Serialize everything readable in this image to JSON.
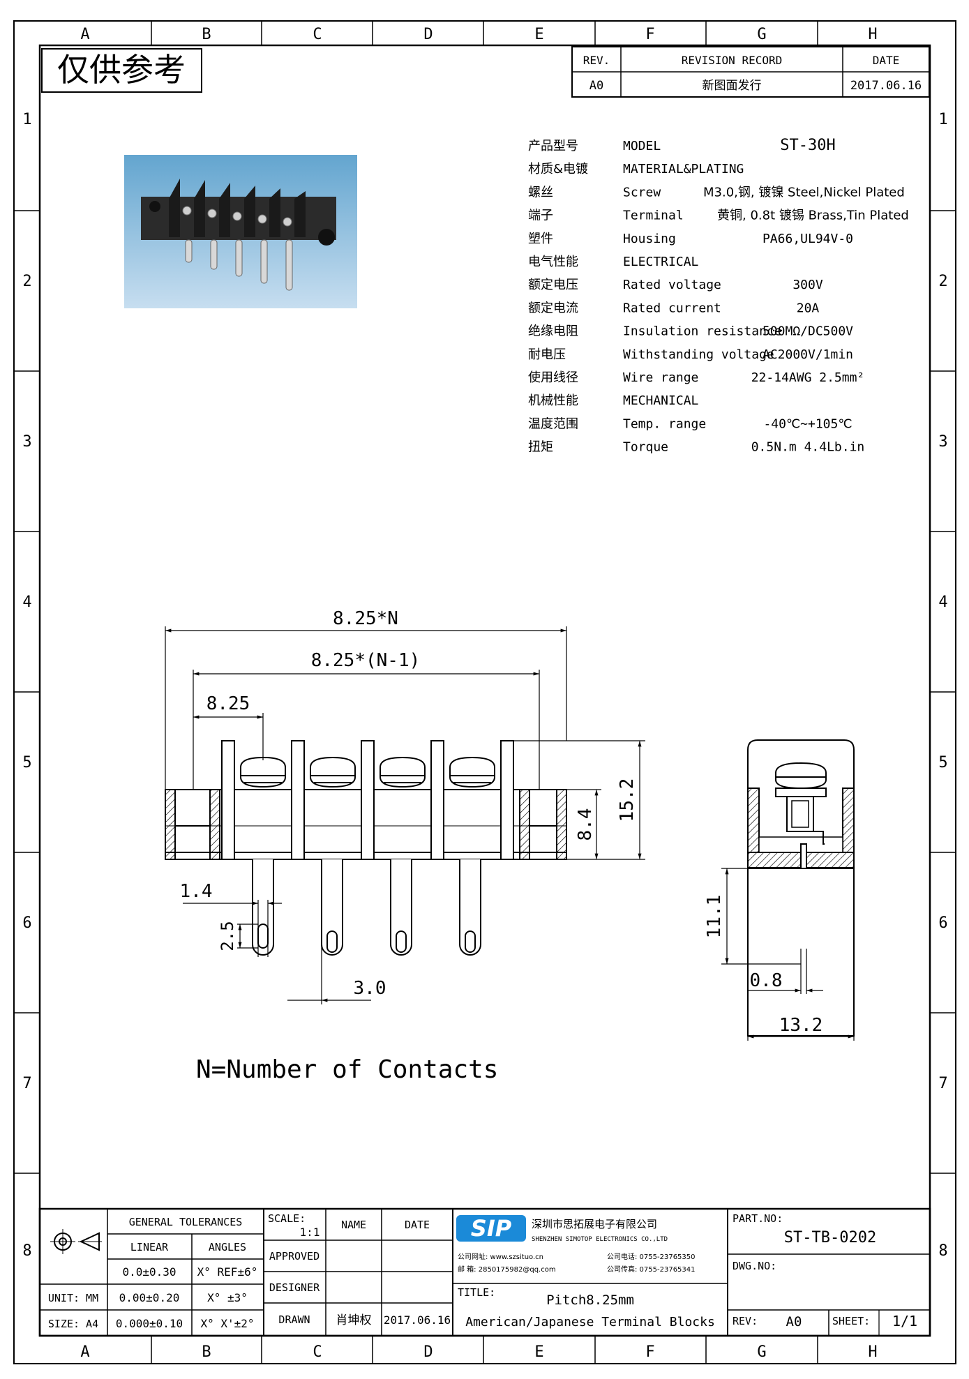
{
  "frame": {
    "columns": [
      "A",
      "B",
      "C",
      "D",
      "E",
      "F",
      "G",
      "H"
    ],
    "rows": [
      "1",
      "2",
      "3",
      "4",
      "5",
      "6",
      "7",
      "8"
    ]
  },
  "stamp": "仅供参考",
  "revision": {
    "rev_header": "REV.",
    "record_header": "REVISION RECORD",
    "date_header": "DATE",
    "rev": "A0",
    "record": "新图面发行",
    "date": "2017.06.16"
  },
  "specs": [
    {
      "cn": "产品型号",
      "en": "MODEL",
      "value": "ST-30H"
    },
    {
      "cn": "材质&电镀",
      "en": "MATERIAL&PLATING",
      "value": ""
    },
    {
      "cn": "螺丝",
      "en": "Screw",
      "value": "M3.0,钢, 镀镍 Steel,Nickel Plated"
    },
    {
      "cn": "端子",
      "en": "Terminal",
      "value": "黄铜, 0.8t 镀锡 Brass,Tin Plated"
    },
    {
      "cn": "塑件",
      "en": "Housing",
      "value": "PA66,UL94V-0"
    },
    {
      "cn": "电气性能",
      "en": "ELECTRICAL",
      "value": ""
    },
    {
      "cn": "额定电压",
      "en": "Rated voltage",
      "value": "300V"
    },
    {
      "cn": "额定电流",
      "en": "Rated current",
      "value": "20A"
    },
    {
      "cn": "绝缘电阻",
      "en": "Insulation resistance",
      "value": "500MΩ/DC500V"
    },
    {
      "cn": "耐电压",
      "en": "Withstanding voltage",
      "value": "AC2000V/1min"
    },
    {
      "cn": "使用线径",
      "en": "Wire range",
      "value": "22-14AWG 2.5mm²"
    },
    {
      "cn": "机械性能",
      "en": "MECHANICAL",
      "value": ""
    },
    {
      "cn": "温度范围",
      "en": "Temp. range",
      "value": "-40℃~+105℃"
    },
    {
      "cn": "扭矩",
      "en": "Torque",
      "value": "0.5N.m  4.4Lb.in"
    }
  ],
  "dimensions": {
    "overall": "8.25*N",
    "span": "8.25*(N-1)",
    "pitch": "8.25",
    "height": "15.2",
    "body_height": "8.4",
    "pin_width": "1.4",
    "slot": "2.5",
    "pin_spacing": "3.0",
    "pin_length": "11.1",
    "pin_thickness": "0.8",
    "depth": "13.2"
  },
  "note": "N=Number of Contacts",
  "title_block": {
    "general_tolerances": "GENERAL TOLERANCES",
    "linear": "LINEAR",
    "angles": "ANGLES",
    "unit_label": "UNIT: MM",
    "size_label": "SIZE: A4",
    "lin1": "0.0±0.30",
    "lin2": "0.00±0.20",
    "lin3": "0.000±0.10",
    "ang1": "X° REF±6°",
    "ang2": "X° ±3°",
    "ang3": "X° X'±2°",
    "scale_label": "SCALE:",
    "scale_value": "1:1",
    "name_header": "NAME",
    "date_header": "DATE",
    "approved": "APPROVED",
    "designer": "DESIGNER",
    "drawn": "DRAWN",
    "drawn_name": "肖坤权",
    "drawn_date": "2017.06.16",
    "logo": "SIP",
    "company_cn": "深圳市思拓展电子有限公司",
    "company_en": "SHENZHEN SIMOTOP ELECTRONICS CO.,LTD",
    "web": "公司网址: www.szsituo.cn",
    "mail": "邮    箱: 2850175982@qq.com",
    "tel": "公司电话: 0755-23765350",
    "fax": "公司传真: 0755-23765341",
    "title_label": "TITLE:",
    "title_line1": "Pitch8.25mm",
    "title_line2": "American/Japanese Terminal Blocks",
    "part_no_label": "PART.NO:",
    "part_no": "ST-TB-0202",
    "dwg_no_label": "DWG.NO:",
    "rev_label": "REV:",
    "rev_value": "A0",
    "sheet_label": "SHEET:",
    "sheet_value": "1/1"
  }
}
